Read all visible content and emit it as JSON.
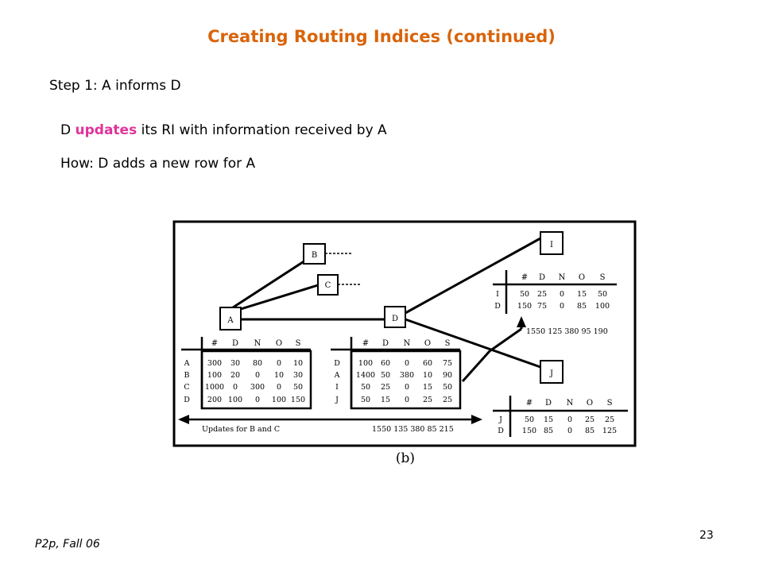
{
  "slide": {
    "title": "Creating Routing Indices (continued)",
    "step": "Step 1: A informs D",
    "line1": {
      "prefix": "D ",
      "highlight": "updates",
      "suffix": " its RI with information received by A"
    },
    "line2": "How: D adds a new row for A",
    "footer": "P2p, Fall 06",
    "page_number": "23"
  },
  "colors": {
    "title": "#d9640a",
    "highlight": "#e0339a"
  },
  "diagram": {
    "caption": "(b)",
    "nodes": {
      "A": "A",
      "B": "B",
      "C": "C",
      "D": "D",
      "I": "I",
      "J": "J"
    },
    "headers": [
      "#",
      "D",
      "N",
      "O",
      "S"
    ],
    "table_a": {
      "rows": [
        {
          "label": "A",
          "cells": [
            "300",
            "30",
            "80",
            "0",
            "10"
          ]
        },
        {
          "label": "B",
          "cells": [
            "100",
            "20",
            "0",
            "10",
            "30"
          ]
        },
        {
          "label": "C",
          "cells": [
            "1000",
            "0",
            "300",
            "0",
            "50"
          ]
        },
        {
          "label": "D",
          "cells": [
            "200",
            "100",
            "0",
            "100",
            "150"
          ]
        }
      ],
      "note": "Updates for B and C"
    },
    "table_d": {
      "rows": [
        {
          "label": "D",
          "cells": [
            "100",
            "60",
            "0",
            "60",
            "75"
          ]
        },
        {
          "label": "A",
          "cells": [
            "1400",
            "50",
            "380",
            "10",
            "90"
          ]
        },
        {
          "label": "I",
          "cells": [
            "50",
            "25",
            "0",
            "15",
            "50"
          ]
        },
        {
          "label": "J",
          "cells": [
            "50",
            "15",
            "0",
            "25",
            "25"
          ]
        }
      ],
      "aggregate": "1550  135  380  85  215"
    },
    "table_i": {
      "rows": [
        {
          "label": "I",
          "cells": [
            "50",
            "25",
            "0",
            "15",
            "50"
          ]
        },
        {
          "label": "D",
          "cells": [
            "150",
            "75",
            "0",
            "85",
            "100"
          ]
        }
      ],
      "update": "1550  125  380  95  190"
    },
    "table_j": {
      "rows": [
        {
          "label": "J",
          "cells": [
            "50",
            "15",
            "0",
            "25",
            "25"
          ]
        },
        {
          "label": "D",
          "cells": [
            "150",
            "85",
            "0",
            "85",
            "125"
          ]
        }
      ]
    }
  }
}
